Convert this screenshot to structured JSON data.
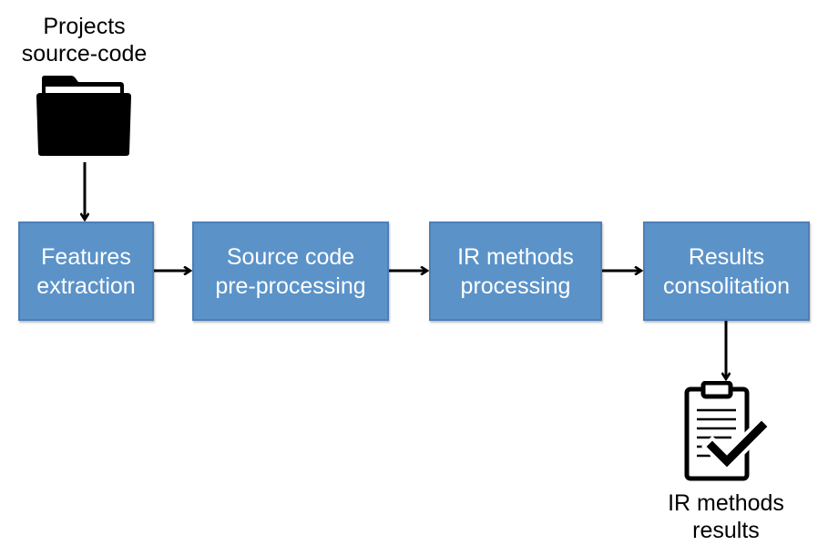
{
  "colors": {
    "box_fill": "#5b93c9",
    "arrow": "#000000"
  },
  "source": {
    "label_line1": "Projects",
    "label_line2": "source-code",
    "icon": "folder-icon"
  },
  "steps": [
    {
      "line1": "Features",
      "line2": "extraction"
    },
    {
      "line1": "Source code",
      "line2": "pre-processing"
    },
    {
      "line1": "IR methods",
      "line2": "processing"
    },
    {
      "line1": "Results",
      "line2": "consolitation"
    }
  ],
  "output": {
    "label_line1": "IR methods",
    "label_line2": "results",
    "icon": "clipboard-check-icon"
  }
}
